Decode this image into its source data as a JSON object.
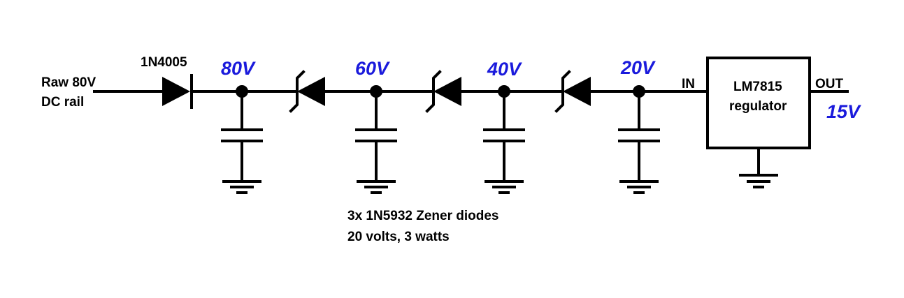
{
  "colors": {
    "voltage_label": "#1a1adc",
    "line": "#000000",
    "background": "#ffffff"
  },
  "input": {
    "line1": "Raw 80V",
    "line2": "DC rail"
  },
  "rectifier": {
    "part": "1N4005"
  },
  "nodes": [
    {
      "voltage": "80V"
    },
    {
      "voltage": "60V"
    },
    {
      "voltage": "40V"
    },
    {
      "voltage": "20V"
    }
  ],
  "regulator": {
    "line1": "LM7815",
    "line2": "regulator",
    "in_label": "IN",
    "out_label": "OUT",
    "output_voltage": "15V"
  },
  "zener_note": {
    "line1": "3x 1N5932 Zener diodes",
    "line2": "20 volts, 3 watts"
  }
}
